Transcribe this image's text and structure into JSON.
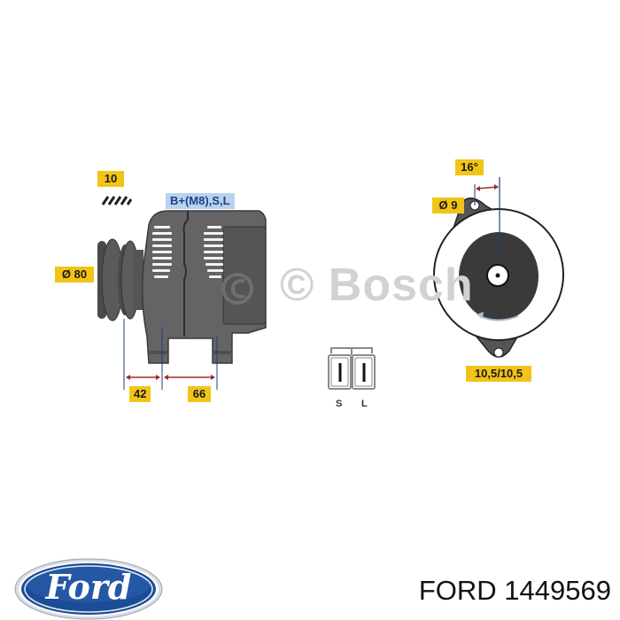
{
  "diagram": {
    "labels": {
      "groove_count": "10",
      "terminals": "B+(M8),S,L",
      "pulley_diameter": "Ø 80",
      "dim_left": "42",
      "dim_right": "66",
      "angle": "16°",
      "hole_diameter": "Ø 9",
      "mount_hole": "10,5/10,5",
      "watermark": "© Bosch"
    },
    "connector": {
      "pins": [
        "S",
        "L"
      ]
    },
    "colors": {
      "tag_yellow": "#f2c418",
      "tag_blue": "#b8d3ee",
      "body_gray": "#636363",
      "dark_gray": "#3f3f3f",
      "dimension_red": "#9b2c2c",
      "dimension_blue": "#1e3e86"
    }
  },
  "footer": {
    "brand_logo": "Ford",
    "part_label": "FORD 1449569"
  }
}
